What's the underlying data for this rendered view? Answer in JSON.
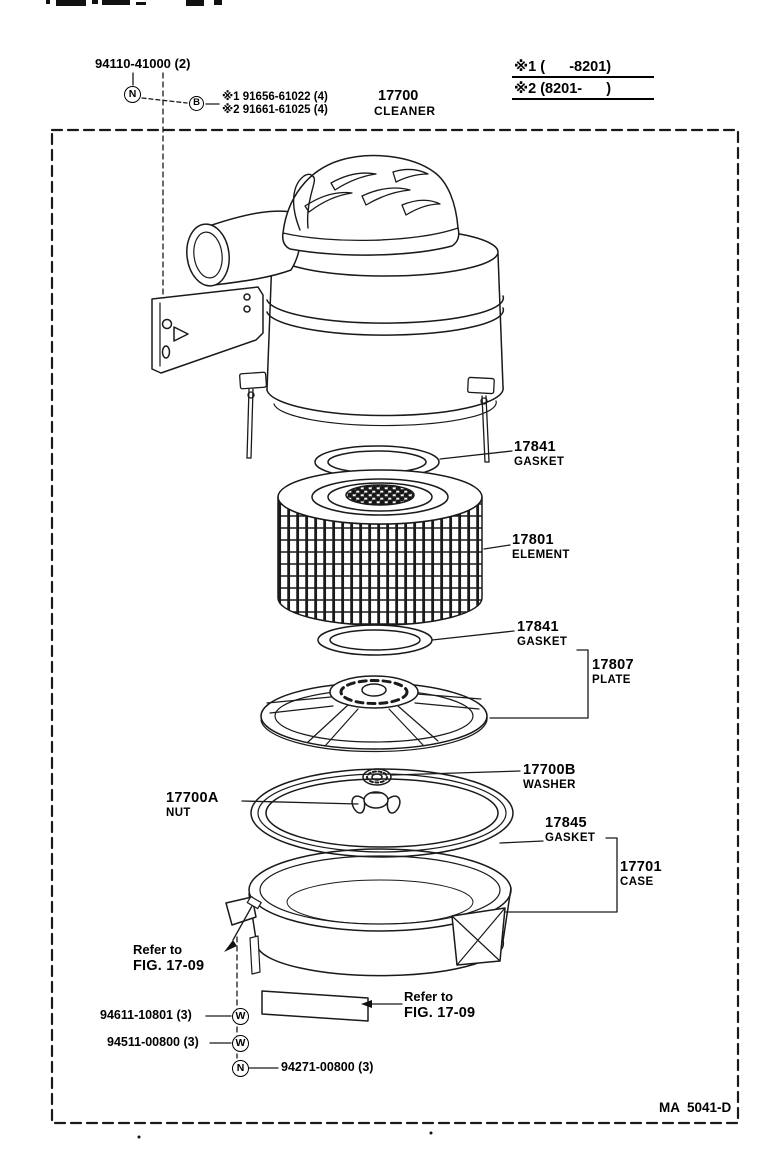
{
  "page": {
    "figure_code": "MA  5041-D"
  },
  "top_left": {
    "part_number": "94110-41000 (2)",
    "nut_symbol": "N",
    "bolt_symbol": "B",
    "alt_part_1": "※1 91656-61022 (4)",
    "alt_part_2": "※2 91661-61025 (4)"
  },
  "assembly": {
    "number": "17700",
    "name": "CLEANER"
  },
  "applicability": {
    "line1": "※1 (      -8201)",
    "line2": "※2 (8201-      )"
  },
  "callouts": [
    {
      "number": "17841",
      "name": "GASKET"
    },
    {
      "number": "17801",
      "name": "ELEMENT"
    },
    {
      "number": "17841",
      "name": "GASKET"
    },
    {
      "number": "17807",
      "name": "PLATE"
    },
    {
      "number": "17700B",
      "name": "WASHER"
    },
    {
      "number": "17700A",
      "name": "NUT"
    },
    {
      "number": "17845",
      "name": "GASKET"
    },
    {
      "number": "17701",
      "name": "CASE"
    }
  ],
  "refer_notes": [
    {
      "line1": "Refer to",
      "line2": "FIG. 17-09"
    },
    {
      "line1": "Refer to",
      "line2": "FIG. 17-09"
    }
  ],
  "fasteners": [
    {
      "symbol": "W",
      "number": "94611-10801 (3)"
    },
    {
      "symbol": "W",
      "number": "94511-00800 (3)"
    },
    {
      "symbol": "N",
      "number": "94271-00800 (3)"
    }
  ]
}
